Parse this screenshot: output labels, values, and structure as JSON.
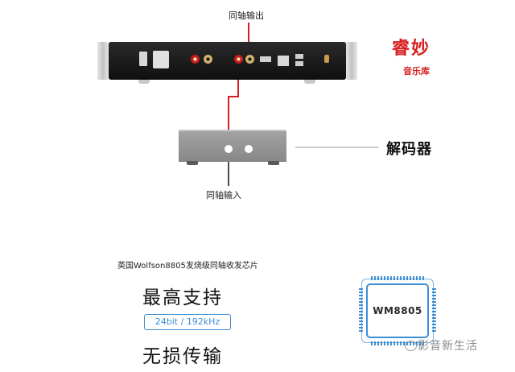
{
  "labels": {
    "coax_out": "同轴输出",
    "coax_in": "同轴输入",
    "decoder": "解码器"
  },
  "brand": {
    "name": "睿妙",
    "sub": "音乐库"
  },
  "spec": {
    "chip_desc": "英国Wolfson8805发烧级同轴收发芯片",
    "support": "最高支持",
    "format": "24bit / 192kHz",
    "lossless": "无损传输",
    "chip_name": "WM8805"
  },
  "watermark": {
    "text": "影音新生活"
  },
  "colors": {
    "red": "#d71f1f",
    "blue": "#3e8ed4"
  }
}
